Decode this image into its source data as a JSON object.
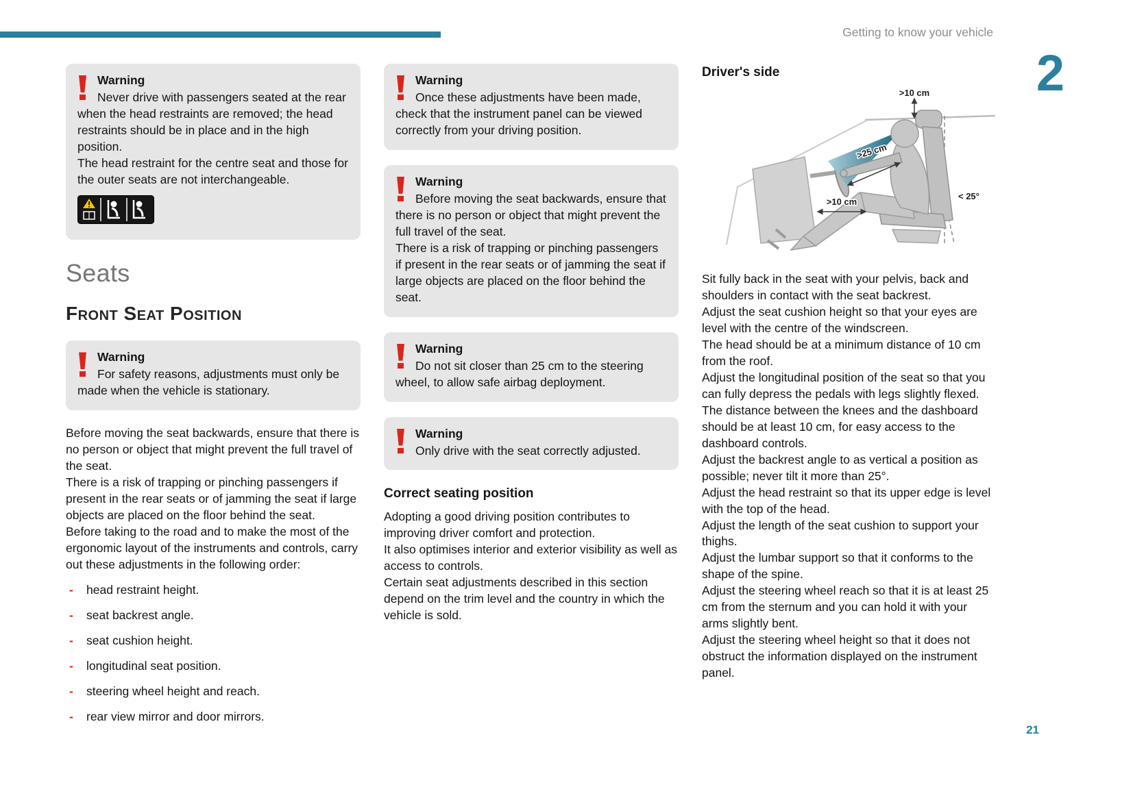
{
  "page": {
    "header": "Getting to know your vehicle",
    "chapter_number": "2",
    "page_number": "21"
  },
  "colors": {
    "accent": "#2b7f9f",
    "warning-red": "#d9261c",
    "box-bg": "#e6e6e6",
    "heading-gray": "#767676",
    "header-gray": "#8d8d8d",
    "text": "#151515"
  },
  "col1": {
    "warning_head_restraints": {
      "title": "Warning",
      "p1": "Never drive with passengers seated at the rear when the head restraints are removed; the head restraints should be in place and in the high position.",
      "p2": "The head restraint for the centre seat and those for the outer seats are not interchangeable.",
      "pictogram_icon": "head-restraint-warning-pictogram"
    },
    "section_title": "Seats",
    "subsection_title": "Front Seat Position",
    "warning_stationary": {
      "title": "Warning",
      "p1": "For safety reasons, adjustments must only be made when the vehicle is stationary."
    },
    "paragraphs": [
      "Before moving the seat backwards, ensure that there is no person or object that might prevent the full travel of the seat.",
      "There is a risk of trapping or pinching passengers if present in the rear seats or of jamming the seat if large objects are placed on the floor behind the seat.",
      "Before taking to the road and to make the most of the ergonomic layout of the instruments and controls, carry out these adjustments in the following order:"
    ],
    "list_bullet": "-",
    "adjustments": [
      "head restraint height.",
      "seat backrest angle.",
      "seat cushion height.",
      "longitudinal seat position.",
      "steering wheel height and reach.",
      "rear view mirror and door mirrors."
    ]
  },
  "col2": {
    "warning_instrument_panel": {
      "title": "Warning",
      "p1": "Once these adjustments have been made, check that the instrument panel can be viewed correctly from your driving position."
    },
    "warning_seat_travel": {
      "title": "Warning",
      "p1": "Before moving the seat backwards, ensure that there is no person or object that might prevent the full travel of the seat.",
      "p2": "There is a risk of trapping or pinching passengers if present in the rear seats or of jamming the seat if large objects are placed on the floor behind the seat."
    },
    "warning_airbag_distance": {
      "title": "Warning",
      "p1": "Do not sit closer than 25 cm to the steering wheel, to allow safe airbag deployment."
    },
    "warning_correctly_adjusted": {
      "title": "Warning",
      "p1": "Only drive with the seat correctly adjusted."
    },
    "heading": "Correct seating position",
    "paragraphs": [
      "Adopting a good driving position contributes to improving driver comfort and protection.",
      "It also optimises interior and exterior visibility as well as access to controls.",
      "Certain seat adjustments described in this section depend on the trim level and the country in which the vehicle is sold."
    ]
  },
  "col3": {
    "heading": "Driver's side",
    "figure_labels": {
      "roof": ">10 cm",
      "steering_wheel": ">25 cm",
      "knees": ">10 cm",
      "backrest_angle": "< 25°"
    },
    "instructions": [
      "Sit fully back in the seat with your pelvis, back and shoulders in contact with the seat backrest.",
      "Adjust the seat cushion height so that your eyes are level with the centre of the windscreen.",
      "The head should be at a minimum distance of 10 cm from the roof.",
      "Adjust the longitudinal position of the seat so that you can fully depress the pedals with legs slightly flexed.",
      "The distance between the knees and the dashboard should be at least 10 cm, for easy access to the dashboard controls.",
      "Adjust the backrest angle to as vertical a position as possible; never tilt it more than 25°.",
      "Adjust the head restraint so that its upper edge is level with the top of the head.",
      "Adjust the length of the seat cushion to support your thighs.",
      "Adjust the lumbar support so that it conforms to the shape of the spine.",
      "Adjust the steering wheel reach so that it is at least 25 cm from the sternum and you can hold it with your arms slightly bent.",
      "Adjust the steering wheel height so that it does not obstruct the information displayed on the instrument panel."
    ]
  }
}
